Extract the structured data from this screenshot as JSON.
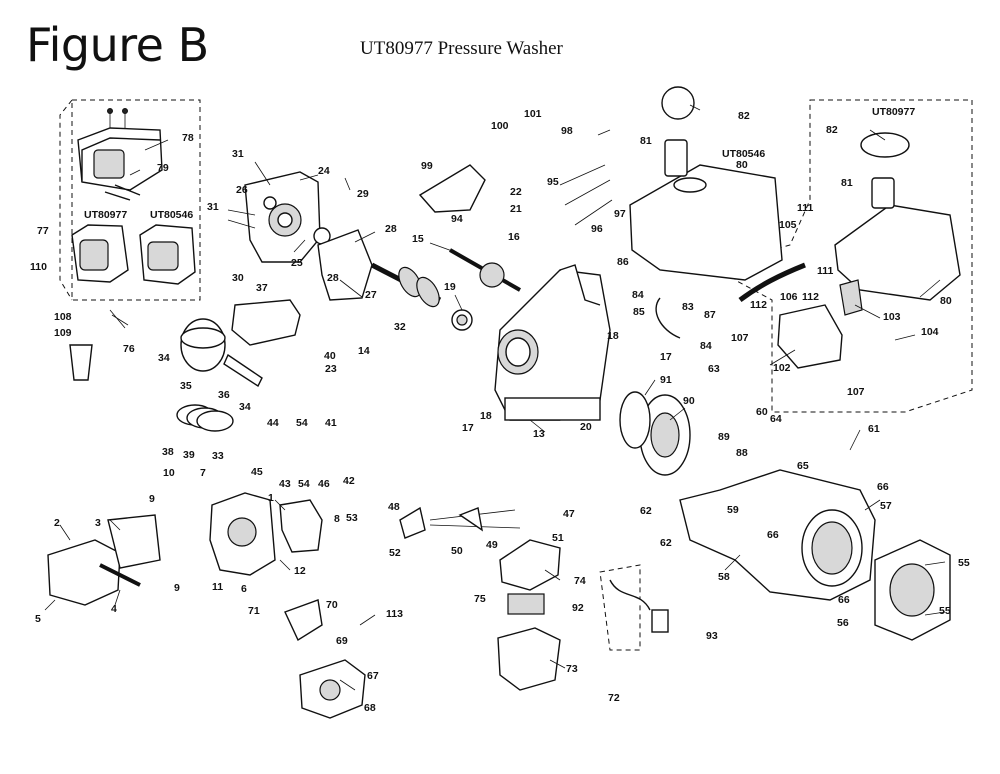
{
  "figure_title": "Figure B",
  "model_title": "UT80977 Pressure Washer",
  "box_labels": {
    "left_a": "UT80977",
    "left_b": "UT80546",
    "tank": "UT80546",
    "right": "UT80977"
  },
  "callouts": {
    "c1": "1",
    "c2": "2",
    "c3": "3",
    "c4": "4",
    "c5": "5",
    "c6": "6",
    "c7": "7",
    "c8": "8",
    "c9a": "9",
    "c9b": "9",
    "c10": "10",
    "c11": "11",
    "c12": "12",
    "c13": "13",
    "c14": "14",
    "c15": "15",
    "c16": "16",
    "c17a": "17",
    "c17b": "17",
    "c18a": "18",
    "c18b": "18",
    "c19": "19",
    "c20": "20",
    "c21": "21",
    "c22": "22",
    "c23": "23",
    "c24": "24",
    "c25": "25",
    "c26": "26",
    "c27": "27",
    "c28a": "28",
    "c28b": "28",
    "c29": "29",
    "c30": "30",
    "c31a": "31",
    "c31b": "31",
    "c32": "32",
    "c33": "33",
    "c34a": "34",
    "c34b": "34",
    "c35": "35",
    "c36": "36",
    "c37": "37",
    "c38": "38",
    "c39": "39",
    "c40": "40",
    "c41": "41",
    "c42": "42",
    "c43": "43",
    "c44": "44",
    "c45": "45",
    "c46": "46",
    "c47": "47",
    "c48": "48",
    "c49": "49",
    "c50": "50",
    "c51": "51",
    "c52": "52",
    "c53": "53",
    "c54a": "54",
    "c54b": "54",
    "c55a": "55",
    "c55b": "55",
    "c56": "56",
    "c57": "57",
    "c58": "58",
    "c59": "59",
    "c60": "60",
    "c61": "61",
    "c62a": "62",
    "c62b": "62",
    "c63": "63",
    "c64": "64",
    "c65": "65",
    "c66a": "66",
    "c66b": "66",
    "c66c": "66",
    "c67": "67",
    "c68": "68",
    "c69": "69",
    "c70": "70",
    "c71": "71",
    "c72": "72",
    "c73": "73",
    "c74": "74",
    "c75": "75",
    "c76": "76",
    "c77": "77",
    "c78": "78",
    "c79": "79",
    "c80a": "80",
    "c80b": "80",
    "c81a": "81",
    "c81b": "81",
    "c82a": "82",
    "c82b": "82",
    "c83": "83",
    "c84a": "84",
    "c84b": "84",
    "c85": "85",
    "c86": "86",
    "c87": "87",
    "c88": "88",
    "c89": "89",
    "c90": "90",
    "c91": "91",
    "c92": "92",
    "c93": "93",
    "c94": "94",
    "c95": "95",
    "c96": "96",
    "c97": "97",
    "c98": "98",
    "c99": "99",
    "c100": "100",
    "c101": "101",
    "c102": "102",
    "c103": "103",
    "c104": "104",
    "c105": "105",
    "c106": "106",
    "c107a": "107",
    "c107b": "107",
    "c108": "108",
    "c109": "109",
    "c110": "110",
    "c111a": "111",
    "c111b": "111",
    "c112a": "112",
    "c112b": "112",
    "c113": "113"
  }
}
